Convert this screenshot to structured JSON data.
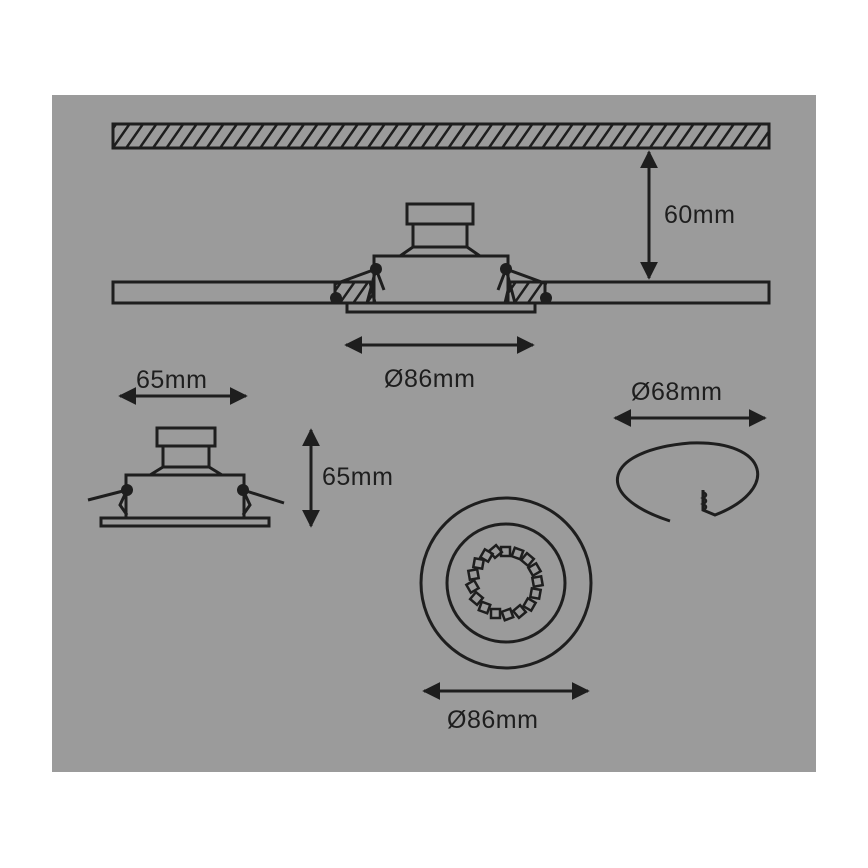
{
  "diagram": {
    "title": "Recessed downlight installation dimensions",
    "colors": {
      "background": "#ffffff",
      "panel": "#9b9b9b",
      "stroke": "#1e1e1e"
    },
    "labels": {
      "ceiling_gap": "60mm",
      "installed_diameter": "Ø86mm",
      "side_width": "65mm",
      "side_height": "65mm",
      "cutout_diameter": "Ø68mm",
      "front_diameter": "Ø86mm"
    },
    "views": [
      {
        "name": "installed-section-view",
        "description": "Fixture mounted in ceiling panel below joist, hatched ceiling"
      },
      {
        "name": "side-view",
        "description": "Fixture profile with spring clips"
      },
      {
        "name": "front-view",
        "description": "Circular trim with LED ring"
      },
      {
        "name": "cutout-ring-view",
        "description": "Retaining spring ring"
      }
    ],
    "led_count": 18
  }
}
